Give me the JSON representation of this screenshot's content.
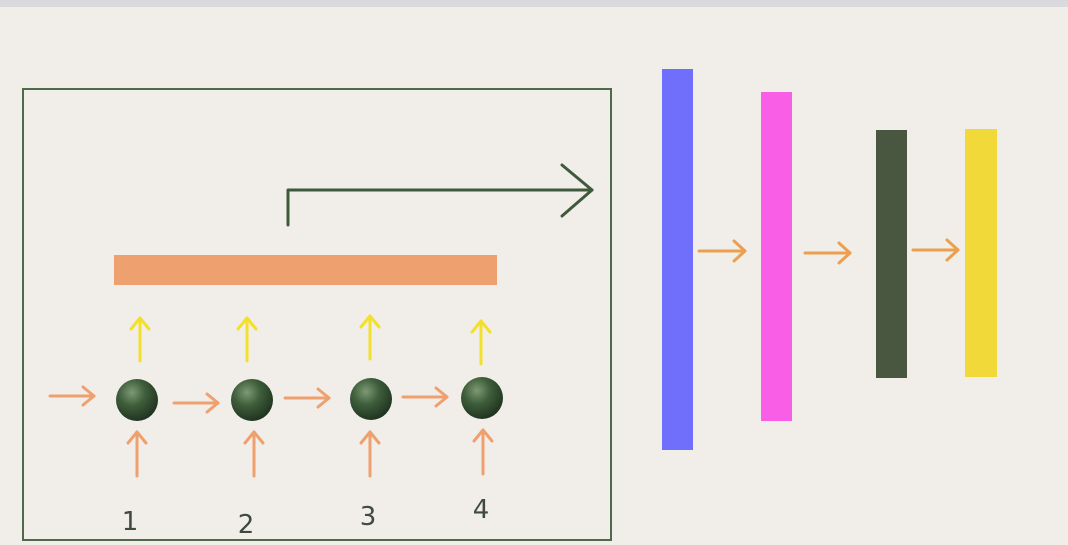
{
  "colors": {
    "background": "#f1eeea",
    "frame": "#4e6a4a",
    "orange": "#eea06e",
    "node_dark": "#2f4a2c",
    "node_light": "#5f7d58",
    "up_arrow_yellow": "#f3e02a",
    "output_arrow": "#3f5a3a",
    "bar_blue": "#6f6ffb",
    "bar_magenta": "#f95fe6",
    "bar_darkgreen": "#4a5740",
    "bar_yellow": "#f2d93a",
    "bar_arrow": "#eba050"
  },
  "timesteps": [
    {
      "label": "1"
    },
    {
      "label": "2"
    },
    {
      "label": "3"
    },
    {
      "label": "4"
    }
  ]
}
